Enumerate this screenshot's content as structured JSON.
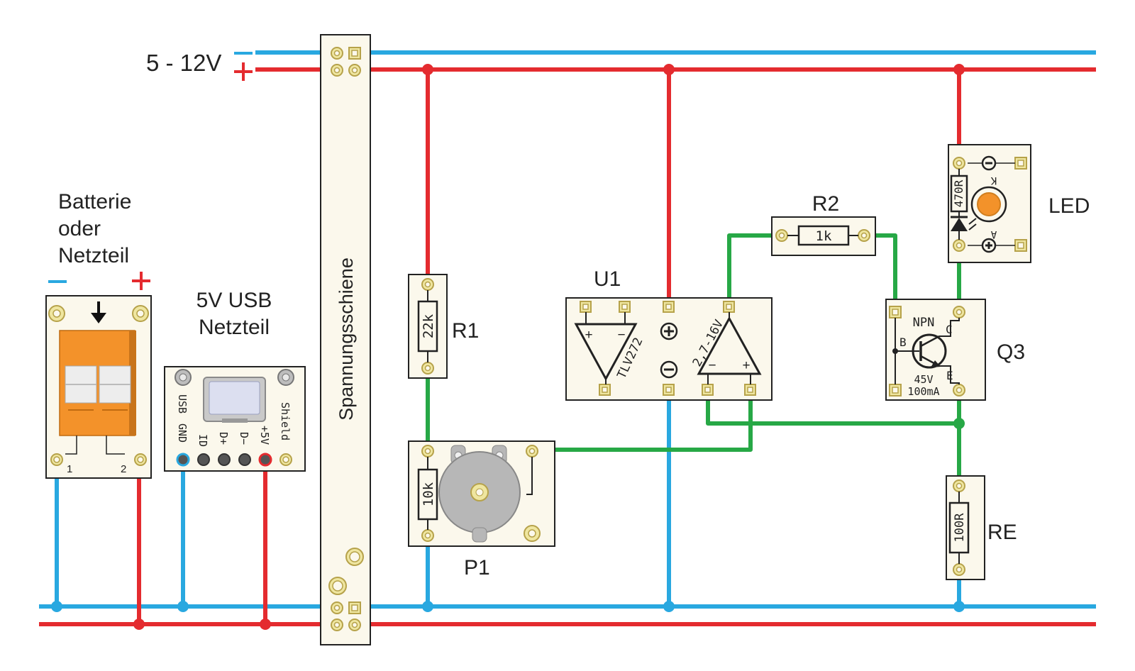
{
  "colors": {
    "negative": "#29a8e0",
    "positive": "#e42b2f",
    "signal": "#27a846",
    "board": "#fbf8ec",
    "terminal": "#f3922a",
    "potentiometer": "#b7b7b7"
  },
  "labels": {
    "voltage": "5 - 12V",
    "minus": "−",
    "plus": "+",
    "battery_line1": "Batterie",
    "battery_line2": "oder",
    "battery_line3": "Netzteil",
    "usb_title_line1": "5V USB",
    "usb_title_line2": "Netzteil",
    "rail_vertical": "Spannungsschiene",
    "r1": "R1",
    "r2": "R2",
    "u1": "U1",
    "q3": "Q3",
    "led": "LED",
    "p1": "P1",
    "re": "RE"
  },
  "battery_terminal": {
    "pin1": "1",
    "pin2": "2"
  },
  "usb_board": {
    "usb": "USB",
    "gnd": "GND",
    "id": "ID",
    "dplus": "D+",
    "dminus": "D−",
    "v5": "+5V",
    "shield": "Shield"
  },
  "components": {
    "r1_value": "22k",
    "r2_value": "1k",
    "p1_value": "10k",
    "re_value": "100R",
    "led_resistor": "470R",
    "led_k": "K",
    "led_a": "A",
    "opamp_type": "TLV272",
    "opamp_voltage": "2,7-16V",
    "op_plus": "+",
    "op_minus": "−",
    "q3_type": "NPN",
    "q3_b": "B",
    "q3_c": "C",
    "q3_e": "E",
    "q3_vmax": "45V",
    "q3_imax": "100mA"
  }
}
